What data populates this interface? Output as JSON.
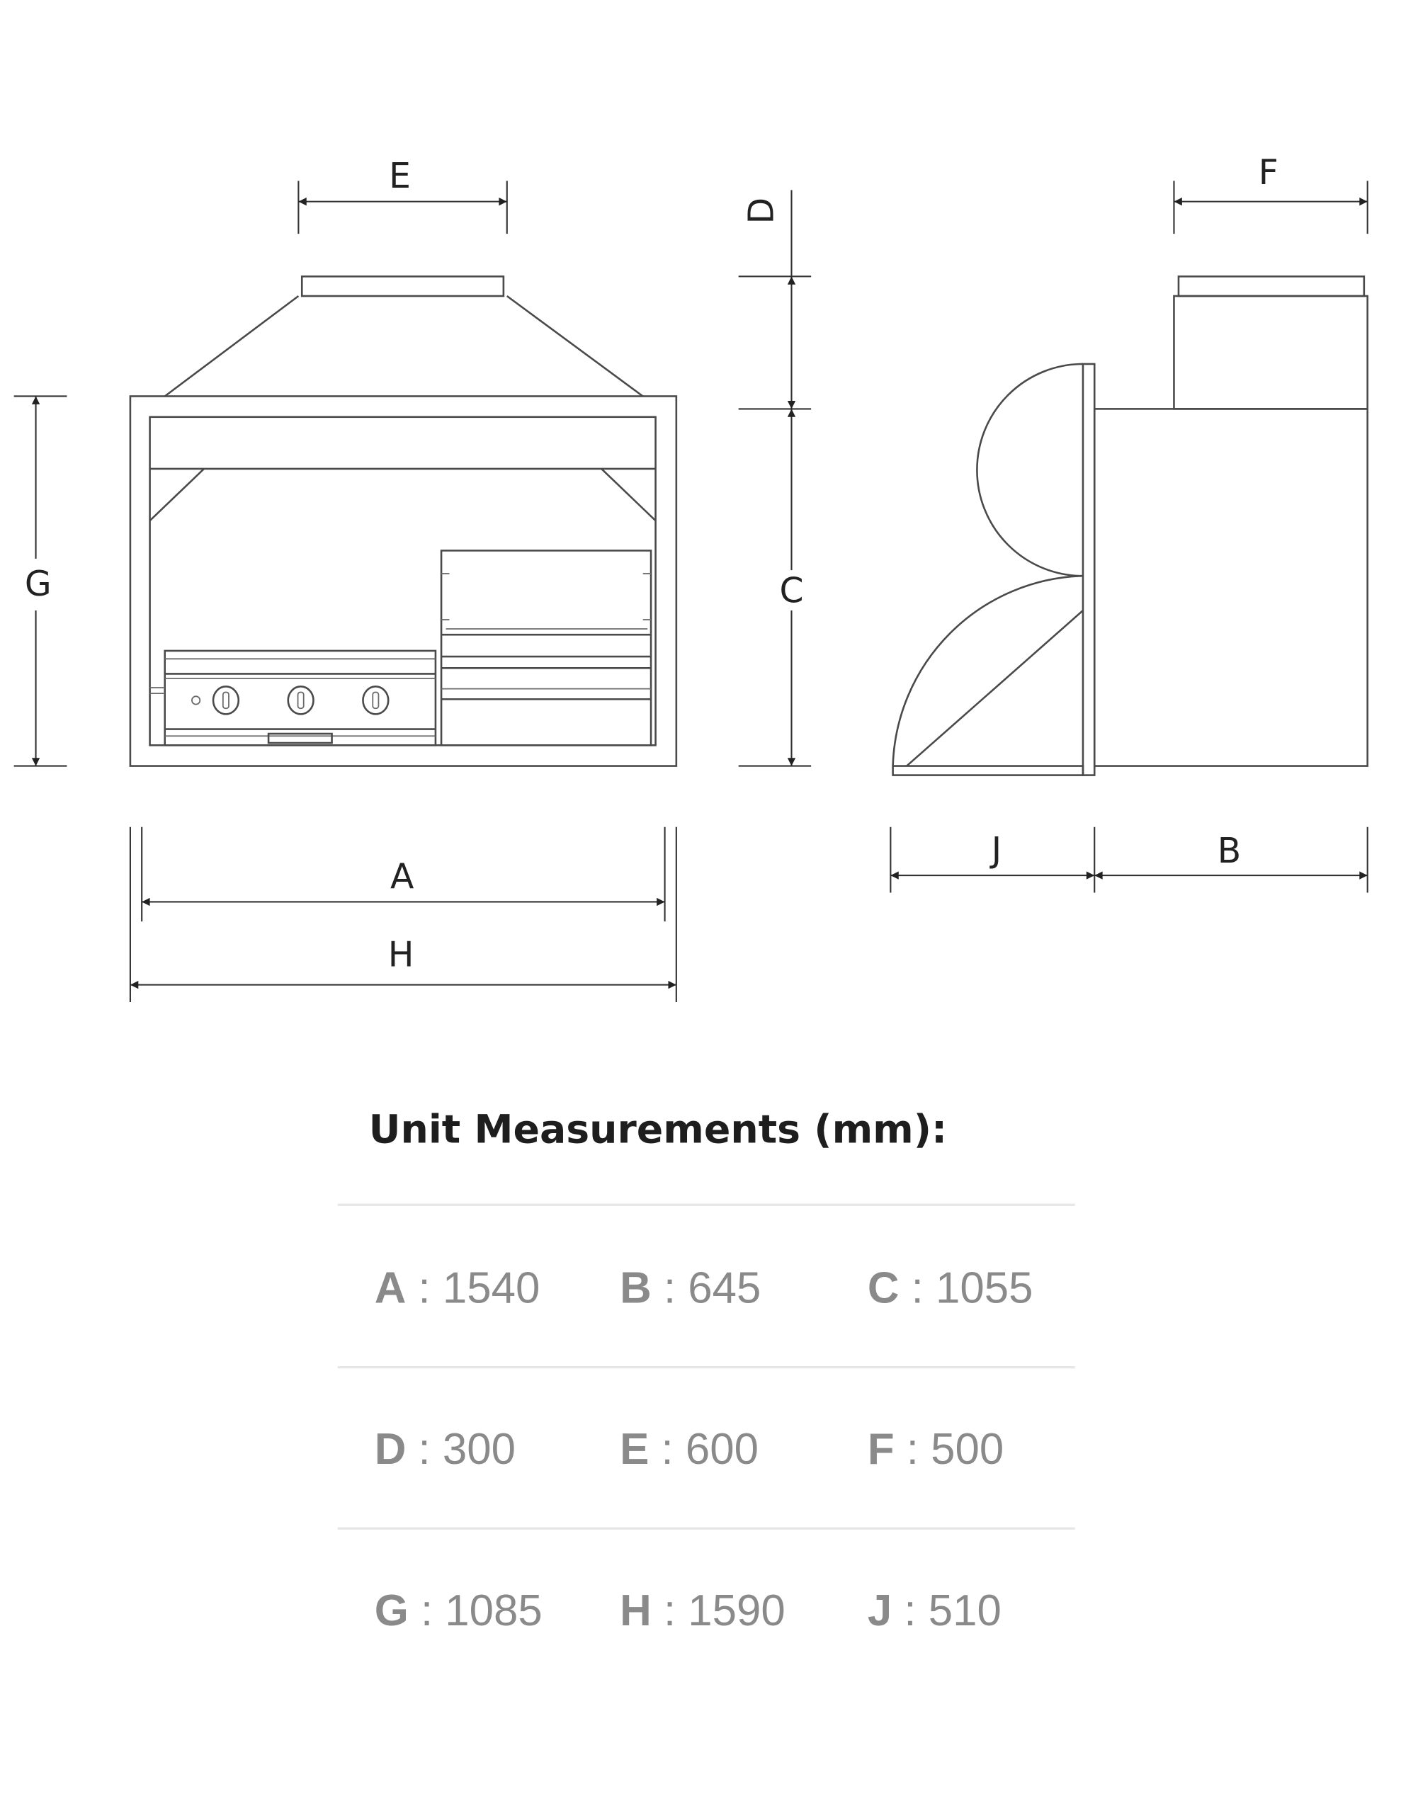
{
  "diagram": {
    "labels": {
      "A": "A",
      "B": "B",
      "C": "C",
      "D": "D",
      "E": "E",
      "F": "F",
      "G": "G",
      "H": "H",
      "J": "J"
    }
  },
  "measurements": {
    "title": "Unit Measurements (mm):",
    "rows": [
      [
        {
          "key": "A",
          "value": "1540"
        },
        {
          "key": "B",
          "value": "645"
        },
        {
          "key": "C",
          "value": "1055"
        }
      ],
      [
        {
          "key": "D",
          "value": "300"
        },
        {
          "key": "E",
          "value": "600"
        },
        {
          "key": "F",
          "value": "500"
        }
      ],
      [
        {
          "key": "G",
          "value": "1085"
        },
        {
          "key": "H",
          "value": "1590"
        },
        {
          "key": "J",
          "value": "510"
        }
      ]
    ]
  }
}
